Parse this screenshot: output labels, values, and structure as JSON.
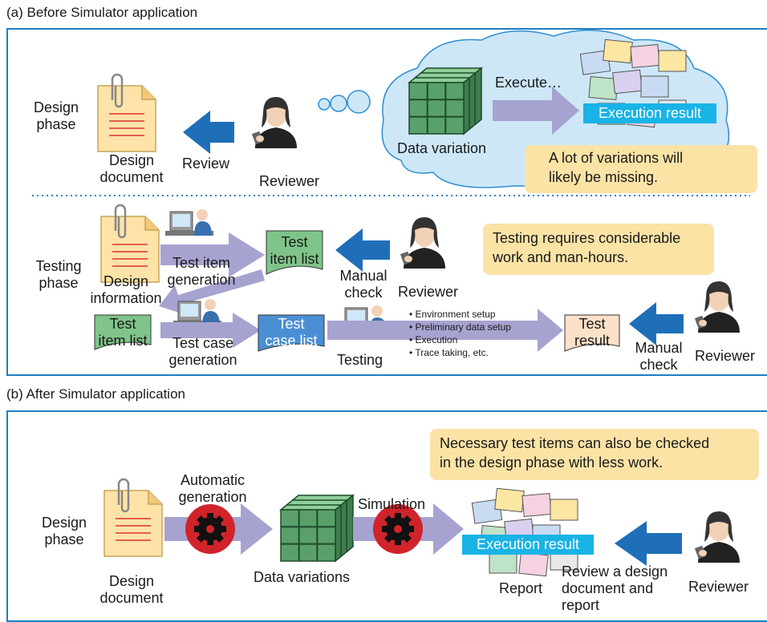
{
  "sections": {
    "before_title": "(a) Before Simulator application",
    "after_title": "(b) After Simulator application"
  },
  "before": {
    "design_phase": "Design\nphase",
    "design_document": "Design\ndocument",
    "review": "Review",
    "reviewer": "Reviewer",
    "data_variation": "Data variation",
    "execute": "Execute…",
    "execution_result": "Execution result",
    "note_missing": [
      "A lot of variations will",
      "likely be missing."
    ],
    "testing_phase": "Testing\nphase",
    "design_information": "Design\ninformation",
    "test_item_generation": "Test item\ngeneration",
    "test_item_list_a": "Test\nitem list",
    "manual_check_a": "Manual\ncheck",
    "reviewer_a": "Reviewer",
    "note_testing": [
      "Testing requires considerable",
      "work and man-hours."
    ],
    "test_item_list_b": "Test\nitem list",
    "test_case_generation": "Test case\ngeneration",
    "test_case_list": "Test\ncase list",
    "testing": "Testing",
    "testing_steps": [
      "Environment setup",
      "Preliminary data setup",
      "Execution",
      "Trace taking, etc."
    ],
    "test_result": "Test\nresult",
    "manual_check_b": "Manual\ncheck",
    "reviewer_b": "Reviewer"
  },
  "after": {
    "note": [
      "Necessary test items can also be checked",
      "in the design phase with less work."
    ],
    "design_phase": "Design\nphase",
    "design_document": "Design\ndocument",
    "automatic_generation": "Automatic\ngeneration",
    "data_variations": "Data variations",
    "simulation": "Simulation",
    "execution_result": "Execution result",
    "report": "Report",
    "review_text": "Review a design\ndocument and\nreport",
    "reviewer": "Reviewer"
  },
  "colors": {
    "panel_border": "#1f7ec2",
    "blue_arrow": "#1f6fb8",
    "lavender_arrow": "#a6a3d0",
    "cloud": "#cde7f7",
    "note_fill": "#fbe3a6",
    "execution_result_fill": "#19b3e6",
    "test_item_fill": "#7fc48a",
    "test_case_fill": "#4a8fd4",
    "test_result_fill": "#fde0c8",
    "gear_red": "#d1232a",
    "cube_green": "#5aa06a"
  },
  "icons": {
    "document": "clipped-document-icon",
    "reviewer": "reviewer-person-icon",
    "worker": "computer-worker-icon",
    "cube": "data-cube-icon",
    "folders": "folder-stack-icon",
    "gear": "gear-icon"
  }
}
